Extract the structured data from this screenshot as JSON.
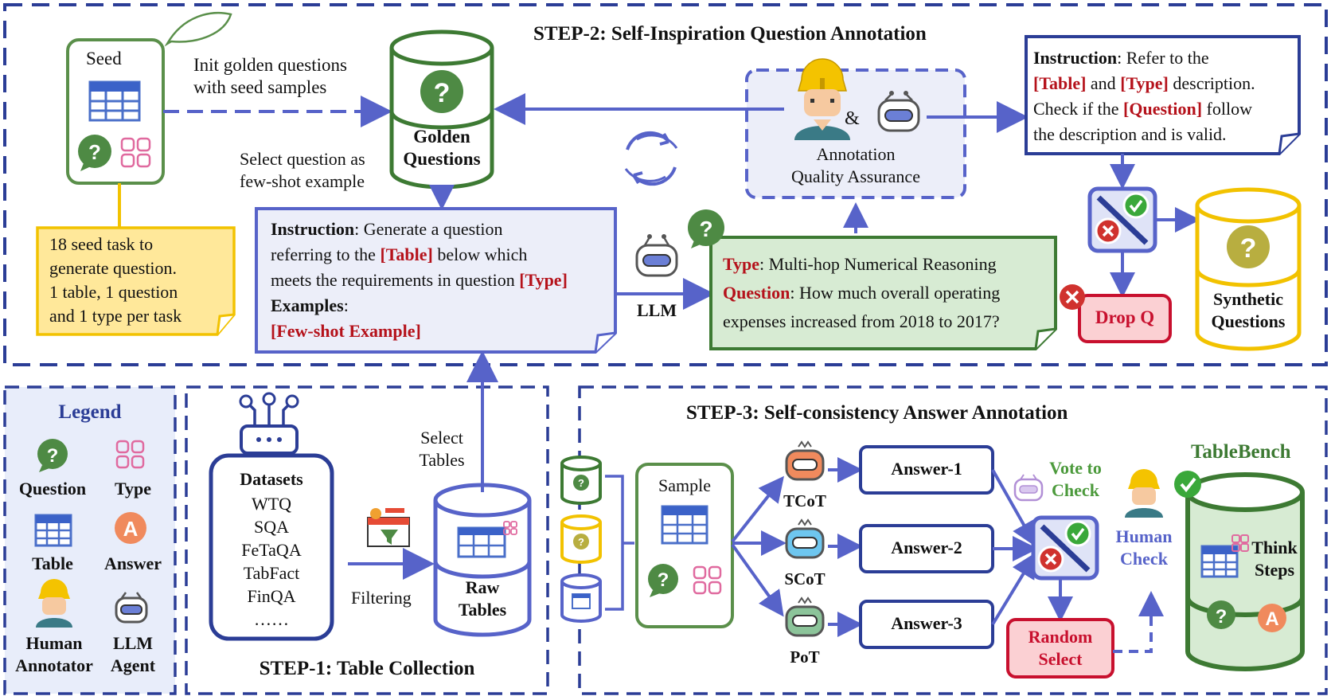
{
  "step2": {
    "title": "STEP-2: Self-Inspiration Question Annotation",
    "seed_label": "Seed",
    "init_note_l1": "Init golden questions",
    "init_note_l2": "with seed samples",
    "golden_l1": "Golden",
    "golden_l2": "Questions",
    "select_note_l1": "Select question as",
    "select_note_l2": "few-shot example",
    "seed_note_l1": "18 seed task to",
    "seed_note_l2": "generate question.",
    "seed_note_l3": "1 table, 1 question",
    "seed_note_l4": "and 1 type per task",
    "gen": {
      "instruction_label": "Instruction",
      "l1_rest": ": Generate a question",
      "l2_pre": "referring to the ",
      "l2_tag": "[Table]",
      "l2_post": " below which",
      "l3_pre": "meets the requirements in question ",
      "l3_tag": "[Type]",
      "examples_label": "Examples",
      "examples_colon": ":",
      "fewshot_tag": "[Few-shot Example]"
    },
    "llm_label": "LLM",
    "qa_ampersand": "&",
    "qa_l1": "Annotation",
    "qa_l2": "Quality Assurance",
    "check": {
      "instruction_label": "Instruction",
      "l1_rest": ": Refer to the",
      "l2_tag1": "[Table]",
      "l2_mid": " and ",
      "l2_tag2": "[Type]",
      "l2_post": " description.",
      "l3_pre": "Check if the ",
      "l3_tag": "[Question]",
      "l3_post": " follow",
      "l4": "the description and is valid."
    },
    "question_box": {
      "type_label": "Type",
      "type_value": ": Multi-hop Numerical Reasoning",
      "question_label": "Question",
      "q_l1": ": How much overall operating",
      "q_l2": "expenses increased from 2018 to 2017?"
    },
    "drop_label": "Drop Q",
    "synthetic_l1": "Synthetic",
    "synthetic_l2": "Questions"
  },
  "legend": {
    "title": "Legend",
    "question": "Question",
    "type": "Type",
    "table": "Table",
    "answer": "Answer",
    "human_l1": "Human",
    "human_l2": "Annotator",
    "llm_l1": "LLM",
    "llm_l2": "Agent"
  },
  "step1": {
    "title": "STEP-1: Table Collection",
    "datasets_label": "Datasets",
    "datasets": [
      "WTQ",
      "SQA",
      "FeTaQA",
      "TabFact",
      "FinQA",
      "……"
    ],
    "filtering_label": "Filtering",
    "select_l1": "Select",
    "select_l2": "Tables",
    "raw_l1": "Raw",
    "raw_l2": "Tables"
  },
  "step3": {
    "title": "STEP-3: Self-consistency Answer Annotation",
    "sample_label": "Sample",
    "agents": [
      "TCoT",
      "SCoT",
      "PoT"
    ],
    "answers": [
      "Answer-1",
      "Answer-2",
      "Answer-3"
    ],
    "vote_l1": "Vote to",
    "vote_l2": "Check",
    "human_check_l1": "Human",
    "human_check_l2": "Check",
    "random_l1": "Random",
    "random_l2": "Select",
    "tablebench_label": "TableBench",
    "think_l1": "Think",
    "think_l2": "Steps"
  },
  "colors": {
    "blue": "#2b3d96",
    "arrow": "#5763c9",
    "green": "#3d7a33",
    "yellow": "#f2c200",
    "red": "#c8102e",
    "pink": "#e06a9f",
    "orange": "#f08a5d"
  }
}
